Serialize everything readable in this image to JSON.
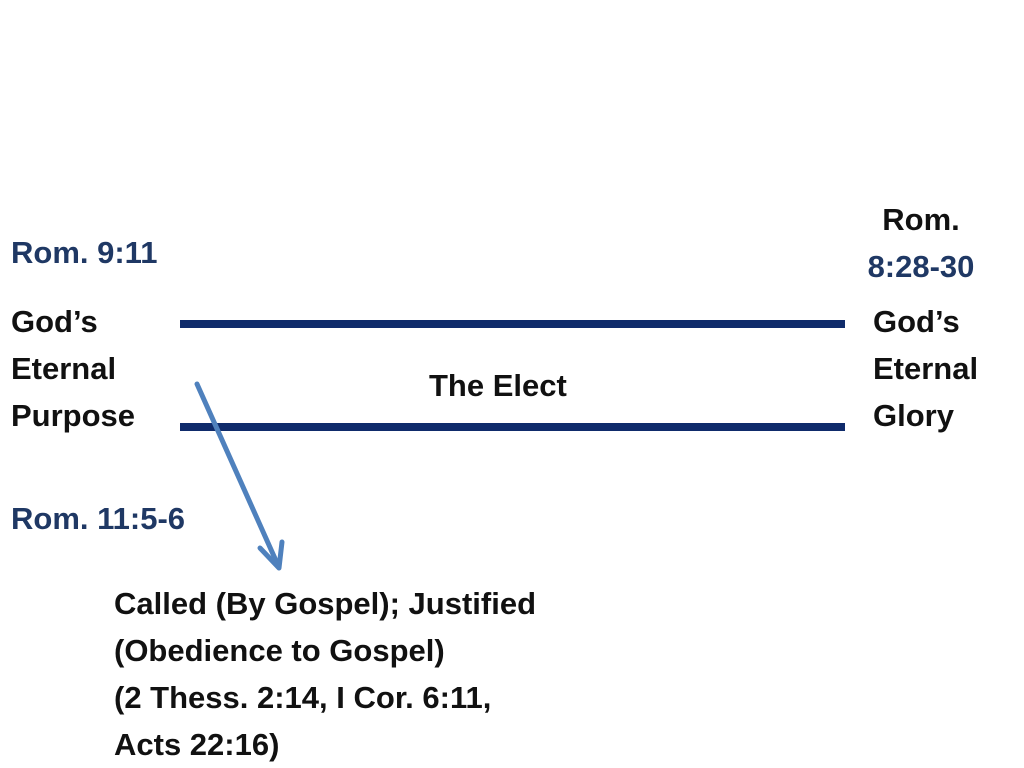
{
  "references": {
    "left_top": "Rom. 9:11",
    "left_bottom": "Rom. 11:5-6",
    "right_top_line1": "Rom.",
    "right_top_line2": "8:28-30"
  },
  "left_label": [
    "God’s",
    "Eternal",
    "Purpose"
  ],
  "right_label": [
    "God’s",
    "Eternal",
    "Glory"
  ],
  "center_label": "The Elect",
  "bottom_text": [
    "Called (By Gospel); Justified",
    "(Obedience to Gospel)",
    "(2 Thess. 2:14, I Cor. 6:11,",
    "Acts 22:16)"
  ],
  "colors": {
    "line": "#0f2b6b",
    "arrow": "#4f81bd",
    "reference_text": "#1f3864",
    "body_text": "#111111"
  }
}
